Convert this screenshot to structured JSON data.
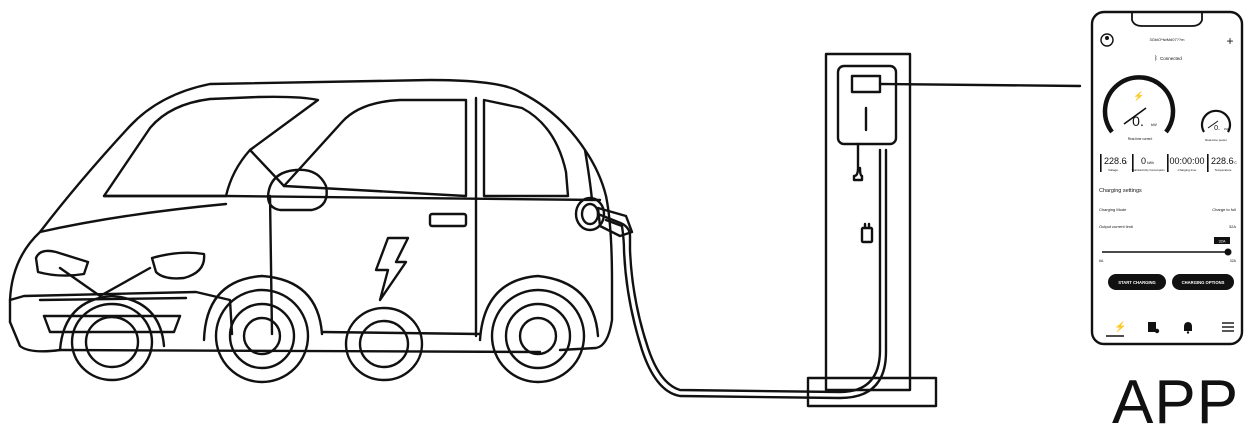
{
  "app_label": "APP",
  "phone": {
    "device_id": "3GbiO*fwMd07??m",
    "status": "Connected",
    "add_symbol": "+",
    "gauge_main": {
      "value": "0.",
      "unit": "kW",
      "top_scale": "40",
      "caption": "Real-time current"
    },
    "gauge_small": {
      "value": "0.",
      "unit": "kW",
      "caption": "Real-time power"
    },
    "stats": [
      {
        "value": "228.6",
        "unit": "V",
        "label": "Voltage"
      },
      {
        "value": "0",
        "unit": "kWh",
        "label": "Total Electricity Consumption"
      },
      {
        "value": "00:00:00",
        "unit": "",
        "label": "Charging time"
      },
      {
        "value": "228.6",
        "unit": "°C",
        "label": "Temperature"
      }
    ],
    "settings_title": "Charging settings",
    "charging_mode_label": "Charging Mode",
    "charging_mode_value": "Charge to full",
    "output_limit_label": "Output current limit",
    "output_limit_value": "32A",
    "slider_badge": "32A",
    "slider_min": "6A",
    "slider_max": "32A",
    "slider_fraction": 1.0,
    "start_button": "START CHARGING",
    "options_button": "CHARGING OPTIONS"
  },
  "icons": [
    "car-icon",
    "lightning-bolt-icon",
    "charging-station-icon",
    "charging-cable-icon",
    "avatar-icon",
    "bluetooth-icon",
    "nav-lightning-icon",
    "nav-records-icon",
    "nav-bell-icon",
    "nav-menu-icon"
  ]
}
